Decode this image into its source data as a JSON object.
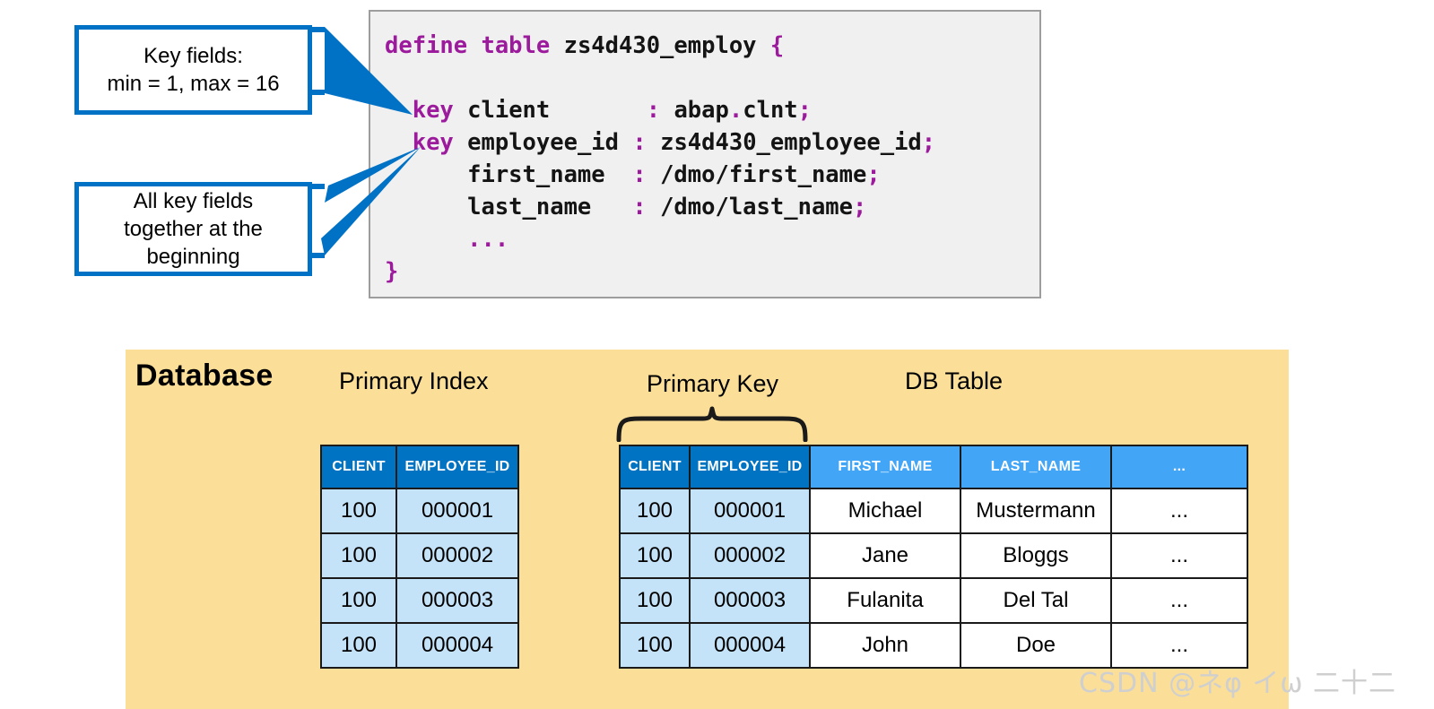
{
  "code_panel": {
    "language": "CDS / ABAP DDL",
    "lines": [
      {
        "segments": [
          {
            "t": "define table ",
            "c": "kw"
          },
          {
            "t": "zs4d430_employ ",
            "c": "id"
          },
          {
            "t": "{",
            "c": "pn"
          }
        ]
      },
      {
        "segments": []
      },
      {
        "segments": [
          {
            "t": "  ",
            "c": "id"
          },
          {
            "t": "key ",
            "c": "kw"
          },
          {
            "t": "client       ",
            "c": "id"
          },
          {
            "t": ": ",
            "c": "pn"
          },
          {
            "t": "abap",
            "c": "id"
          },
          {
            "t": ".",
            "c": "pn"
          },
          {
            "t": "clnt",
            "c": "id"
          },
          {
            "t": ";",
            "c": "pn"
          }
        ]
      },
      {
        "segments": [
          {
            "t": "  ",
            "c": "id"
          },
          {
            "t": "key ",
            "c": "kw"
          },
          {
            "t": "employee_id ",
            "c": "id"
          },
          {
            "t": ": ",
            "c": "pn"
          },
          {
            "t": "zs4d430_employee_id",
            "c": "id"
          },
          {
            "t": ";",
            "c": "pn"
          }
        ]
      },
      {
        "segments": [
          {
            "t": "      first_name  ",
            "c": "id"
          },
          {
            "t": ": ",
            "c": "pn"
          },
          {
            "t": "/dmo/first_name",
            "c": "id"
          },
          {
            "t": ";",
            "c": "pn"
          }
        ]
      },
      {
        "segments": [
          {
            "t": "      last_name   ",
            "c": "id"
          },
          {
            "t": ": ",
            "c": "pn"
          },
          {
            "t": "/dmo/last_name",
            "c": "id"
          },
          {
            "t": ";",
            "c": "pn"
          }
        ]
      },
      {
        "segments": [
          {
            "t": "      ",
            "c": "id"
          },
          {
            "t": "...",
            "c": "pn"
          }
        ]
      },
      {
        "segments": [
          {
            "t": "}",
            "c": "pn"
          }
        ]
      }
    ],
    "plain_text": "define table zs4d430_employ {\n\n  key client       : abap.clnt;\n  key employee_id : zs4d430_employee_id;\n      first_name  : /dmo/first_name;\n      last_name   : /dmo/last_name;\n      ...\n}"
  },
  "callouts": [
    {
      "id": "key-fields",
      "lines": [
        "Key fields:",
        "min = 1, max = 16"
      ]
    },
    {
      "id": "all-key-fields",
      "lines": [
        "All key fields",
        "together at the",
        "beginning"
      ]
    }
  ],
  "database": {
    "title": "Database",
    "labels": {
      "primary_index": "Primary Index",
      "primary_key": "Primary Key",
      "db_table": "DB Table"
    },
    "primary_index_table": {
      "headers": [
        "CLIENT",
        "EMPLOYEE_ID"
      ],
      "rows": [
        [
          "100",
          "000001"
        ],
        [
          "100",
          "000002"
        ],
        [
          "100",
          "000003"
        ],
        [
          "100",
          "000004"
        ]
      ]
    },
    "db_table": {
      "headers": [
        "CLIENT",
        "EMPLOYEE_ID",
        "FIRST_NAME",
        "LAST_NAME",
        "..."
      ],
      "key_column_count": 2,
      "rows": [
        [
          "100",
          "000001",
          "Michael",
          "Mustermann",
          "..."
        ],
        [
          "100",
          "000002",
          "Jane",
          "Bloggs",
          "..."
        ],
        [
          "100",
          "000003",
          "Fulanita",
          "Del Tal",
          "..."
        ],
        [
          "100",
          "000004",
          "John",
          "Doe",
          "..."
        ]
      ]
    }
  },
  "watermark": {
    "text": "CSDN @ネφ イω 二十二"
  },
  "colors": {
    "callout_border": "#0072c6",
    "arrow": "#0072c6",
    "code_background": "#f0f0f0",
    "code_border": "#9d9d9d",
    "code_keyword": "#9c1a9c",
    "code_identifier": "#141414",
    "db_panel_background": "#fbdf99",
    "header_key": "#0073c2",
    "header_data": "#42a5f5",
    "cell_key": "#c5e3f8",
    "cell_data": "#ffffff",
    "watermark": "#cfcfcf"
  }
}
